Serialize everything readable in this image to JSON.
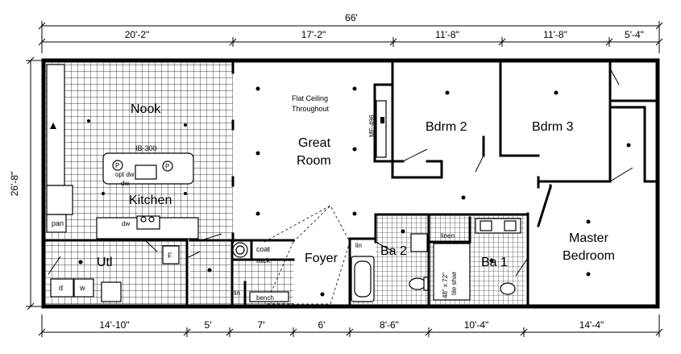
{
  "overall": {
    "width": "66'",
    "depth": "26'-8\""
  },
  "top_dims": [
    "20'-2\"",
    "17'-2\"",
    "11'-8\"",
    "11'-8\"",
    "5'-4\""
  ],
  "bottom_dims": [
    "14'-10\"",
    "5'",
    "7'",
    "6'",
    "8'-6\"",
    "10'-4\"",
    "14'-4\""
  ],
  "rooms": {
    "nook": "Nook",
    "kitchen": "Kitchen",
    "utl": "Utl",
    "great_room_1": "Great",
    "great_room_2": "Room",
    "bdrm2": "Bdrm 2",
    "bdrm3": "Bdrm 3",
    "master_1": "Master",
    "master_2": "Bedroom",
    "foyer": "Foyer",
    "ba2": "Ba 2",
    "ba1": "Ba 1"
  },
  "labels": {
    "flat_ceiling_1": "Flat Ceiling",
    "flat_ceiling_2": "Throughout",
    "island": "IB-300",
    "opt_dw": "opt dw",
    "dw_small": "dw",
    "dw_sink": "dw",
    "pan": "pan",
    "fridge": "F",
    "dryer": "d",
    "washer": "w",
    "coat_1": "coat",
    "coat_2": "rack",
    "lin_foyer": "lin",
    "bench": "bench",
    "lin_ba2": "lin",
    "linen": "linen",
    "shower_1": "48\" x 72\"",
    "shower_2": "tile shwr",
    "mf": "MF-496",
    "p1": "P",
    "p2": "P"
  }
}
